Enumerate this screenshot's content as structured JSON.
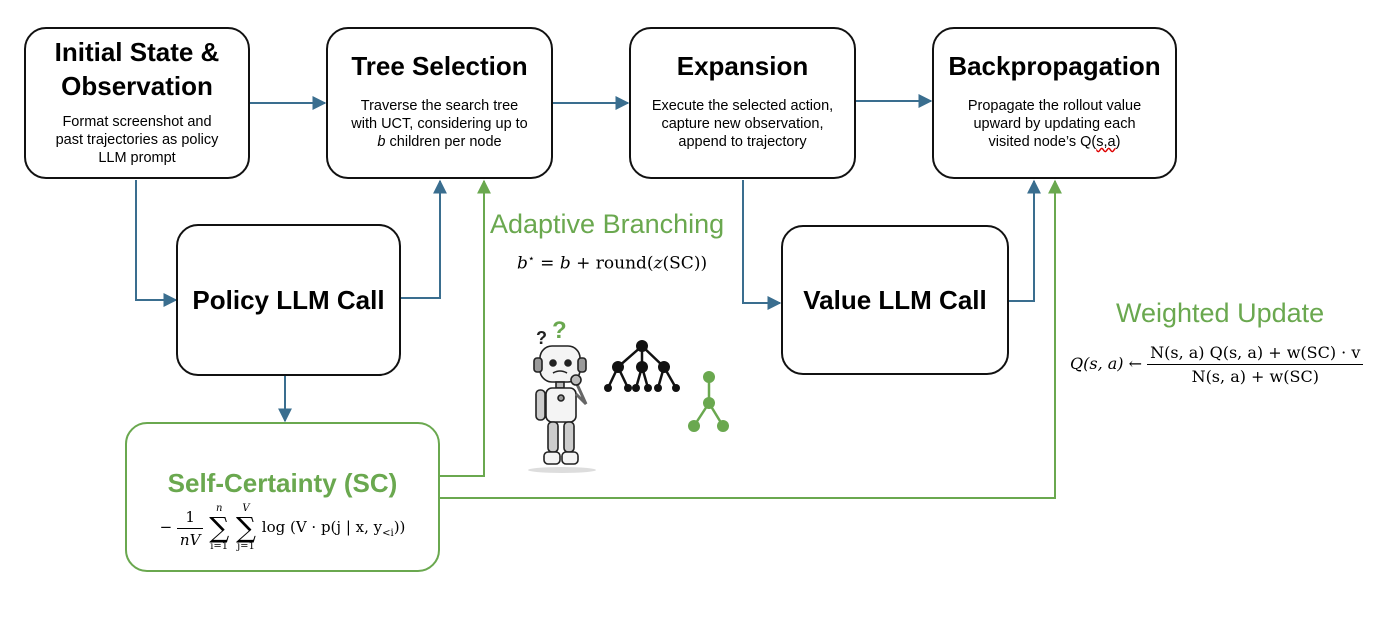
{
  "boxes": {
    "initial_state": {
      "title_line1": "Initial State &",
      "title_line2": "Observation",
      "desc_line1": "Format screenshot and",
      "desc_line2": "past trajectories as policy",
      "desc_line3": "LLM prompt"
    },
    "tree_selection": {
      "title": "Tree Selection",
      "desc_line1": "Traverse the search tree",
      "desc_line2": "with UCT, considering up to",
      "desc_line3_var": "b",
      "desc_line3_rest": " children per node"
    },
    "expansion": {
      "title": "Expansion",
      "desc_line1": "Execute the selected action,",
      "desc_line2": "capture new observation,",
      "desc_line3": "append to trajectory"
    },
    "backpropagation": {
      "title": "Backpropagation",
      "desc_line1": "Propagate the rollout value",
      "desc_line2": "upward by updating each",
      "desc_line3_pre": "visited node’s Q(",
      "desc_line3_ul": "s,a",
      "desc_line3_post": ")"
    },
    "policy_llm": {
      "title": "Policy LLM Call"
    },
    "value_llm": {
      "title": "Value LLM Call"
    },
    "self_certainty": {
      "title": "Self-Certainty (SC)"
    }
  },
  "labels": {
    "adaptive_branching": "Adaptive Branching",
    "weighted_update": "Weighted Update"
  },
  "formulas": {
    "adaptive": {
      "b": "b",
      "star": "⋆",
      "eq": " = ",
      "b2": "b",
      "plus": " + round(",
      "z": "z",
      "rest": "(SC))"
    },
    "weighted": {
      "lhs": "Q(s, a)",
      "arrow": " ← ",
      "num": "N(s, a) Q(s, a) + w(SC) · v",
      "den": "N(s, a) + w(SC)"
    },
    "self_certainty": {
      "minus": "−",
      "frac_num": "1",
      "frac_den": "nV",
      "sum1_upper": "n",
      "sum1_lower": "i=1",
      "sum2_upper": "V",
      "sum2_lower": "j=1",
      "body": "log (V · p(j | x, y",
      "sub": "<i",
      "close": "))"
    }
  },
  "icons": {
    "robot": "thinking-robot-icon",
    "question_marks": [
      "?",
      "?"
    ],
    "large_tree": "tree-icon",
    "small_tree": "small-tree-icon"
  },
  "colors": {
    "arrow": "#3a6e8f",
    "green": "#6aa84f",
    "border": "#111111"
  }
}
